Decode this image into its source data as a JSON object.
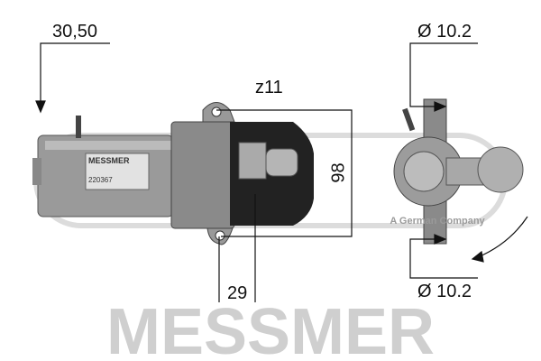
{
  "dimensions": {
    "length": "30,50",
    "teeth": "z11",
    "height": "98",
    "offset": "29",
    "diameter_top": "Ø 10.2",
    "diameter_bottom": "Ø 10.2"
  },
  "product_label": {
    "brand": "MESSMER",
    "part_number": "220367"
  },
  "watermark": {
    "brand": "MESSMER",
    "tagline": "A German Company"
  },
  "colors": {
    "line": "#111111",
    "watermark": "#d8d8d8"
  }
}
